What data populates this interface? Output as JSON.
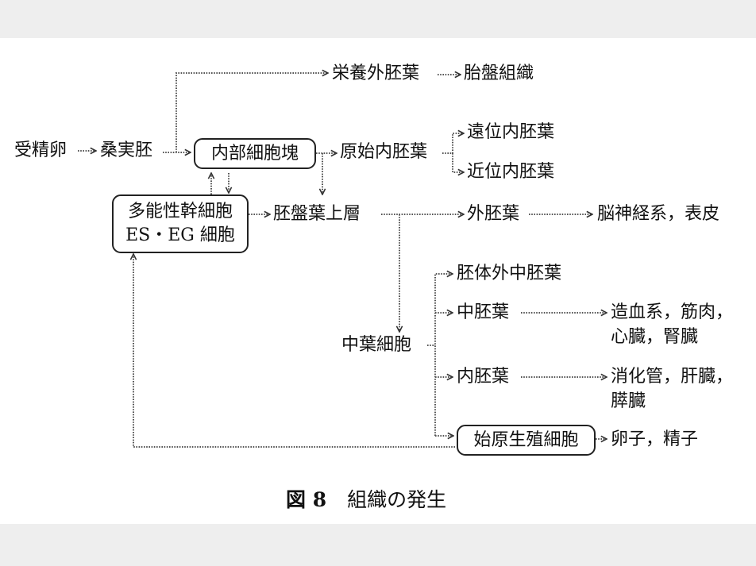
{
  "nodes": {
    "fertilized_egg": "受精卵",
    "morula": "桑実胚",
    "inner_cell_mass": "内部細胞塊",
    "trophectoderm": "栄養外胚葉",
    "placenta_tissue": "胎盤組織",
    "primitive_endoderm": "原始内胚葉",
    "distal_endoderm": "遠位内胚葉",
    "proximal_endoderm": "近位内胚葉",
    "pluripotent_stem_cell": "多能性幹細胞",
    "es_eg_cell": "ES・EG 細胞",
    "epiblast": "胚盤葉上層",
    "ectoderm": "外胚葉",
    "neural_epidermis": "脳神経系，表皮",
    "mesenchymal_cell": "中葉細胞",
    "extraembryonic_mesoderm": "胚体外中胚葉",
    "mesoderm": "中胚葉",
    "mesoderm_products_1": "造血系，筋肉，",
    "mesoderm_products_2": "心臓，腎臓",
    "endoderm": "内胚葉",
    "endoderm_products_1": "消化管，肝臓，",
    "endoderm_products_2": "膵臓",
    "primordial_germ_cell": "始原生殖細胞",
    "gametes": "卵子，精子"
  },
  "caption": {
    "figure_number": "図 8",
    "title": "組織の発生"
  }
}
